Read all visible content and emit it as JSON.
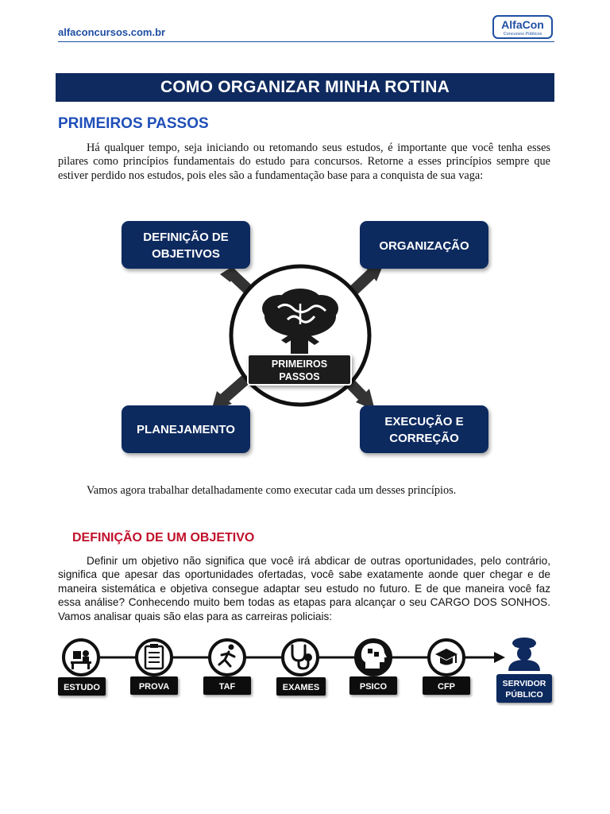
{
  "header": {
    "site": "alfaconcursos.com.br",
    "logo_main": "AlfaCon",
    "logo_sub": "Concursos Públicos",
    "accent": "#1f4fa3"
  },
  "title": "COMO ORGANIZAR MINHA ROTINA",
  "section1": {
    "heading": "PRIMEIROS PASSOS",
    "paragraph": "Há qualquer tempo, seja iniciando ou retomando seus estudos, é importante que você tenha esses pilares como princípios fundamentais do estudo para concursos. Retorne a esses princípios sempre que estiver perdido nos estudos, pois eles são a fundamentação base para a conquista de sua vaga:",
    "diagram": {
      "center_line1": "PRIMEIROS",
      "center_line2": "PASSOS",
      "center_icon": "brain-tree-icon",
      "box_top_left_l1": "DEFINIÇÃO DE",
      "box_top_left_l2": "OBJETIVOS",
      "box_top_right": "ORGANIZAÇÃO",
      "box_bottom_left": "PLANEJAMENTO",
      "box_bottom_right_l1": "EXECUÇÃO E",
      "box_bottom_right_l2": "CORREÇÃO",
      "box_color": "#0f2a5f"
    },
    "closing": "Vamos agora trabalhar detalhadamente como executar cada um desses princípios."
  },
  "section2": {
    "heading": "DEFINIÇÃO DE UM OBJETIVO",
    "heading_color": "#c0102a",
    "paragraph": "Definir um objetivo não significa que você irá abdicar de outras oportunidades, pelo contrário, significa que apesar das oportunidades ofertadas, você sabe exatamente aonde quer chegar e de maneira sistemática e objetiva consegue adaptar seu estudo no futuro. E de que maneira você faz essa análise? Conhecendo muito bem todas as etapas para alcançar o seu CARGO DOS SONHOS. Vamos analisar quais são elas para as carreiras policiais:"
  },
  "flow": {
    "steps": [
      {
        "label": "ESTUDO",
        "icon": "study-desk-icon"
      },
      {
        "label": "PROVA",
        "icon": "checklist-icon"
      },
      {
        "label": "TAF",
        "icon": "runner-icon"
      },
      {
        "label": "EXAMES",
        "icon": "stethoscope-icon"
      },
      {
        "label": "PSICO",
        "icon": "head-puzzle-icon"
      },
      {
        "label": "CFP",
        "icon": "graduation-cap-icon"
      }
    ],
    "final_line1": "SERVIDOR",
    "final_line2": "PÚBLICO",
    "final_icon": "police-officer-icon",
    "final_color": "#0f2a5f"
  }
}
